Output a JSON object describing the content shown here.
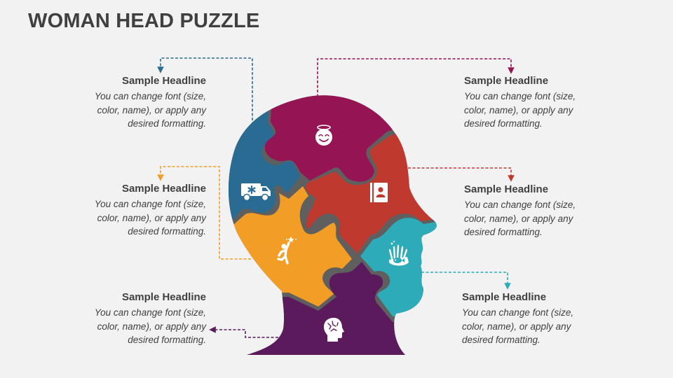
{
  "title": "WOMAN HEAD PUZZLE",
  "colors": {
    "blue": "#2a6b93",
    "magenta": "#951454",
    "red": "#c0392f",
    "orange": "#f29d26",
    "teal": "#2eabb8",
    "purple": "#5a1a5c",
    "seam": "#5f5f5f",
    "text": "#404040"
  },
  "blocks": [
    {
      "id": "top-left",
      "headline": "Sample Headline",
      "line1": "You can change font (size,",
      "line2": "color, name), or apply any",
      "line3": "desired formatting.",
      "color": "#2a6b93",
      "icon": "ambulance-icon"
    },
    {
      "id": "mid-left",
      "headline": "Sample Headline",
      "line1": "You can change font (size,",
      "line2": "color, name), or apply any",
      "line3": "desired formatting.",
      "color": "#f29d26",
      "icon": "reaching-stars-icon"
    },
    {
      "id": "bottom-left",
      "headline": "Sample Headline",
      "line1": "You can change font (size,",
      "line2": "color, name), or apply any",
      "line3": "desired formatting.",
      "color": "#5a1a5c",
      "icon": "brain-head-icon"
    },
    {
      "id": "top-right",
      "headline": "Sample Headline",
      "line1": "You can change font (size,",
      "line2": "color, name), or apply any",
      "line3": "desired formatting.",
      "color": "#951454",
      "icon": "angel-smiley-icon"
    },
    {
      "id": "mid-right",
      "headline": "Sample Headline",
      "line1": "You can change font (size,",
      "line2": "color, name), or apply any",
      "line3": "desired formatting.",
      "color": "#c0392f",
      "icon": "contact-book-icon"
    },
    {
      "id": "bottom-right",
      "headline": "Sample Headline",
      "line1": "You can change font (size,",
      "line2": "color, name), or apply any",
      "line3": "desired formatting.",
      "color": "#2eabb8",
      "icon": "coral-fish-icon"
    }
  ]
}
